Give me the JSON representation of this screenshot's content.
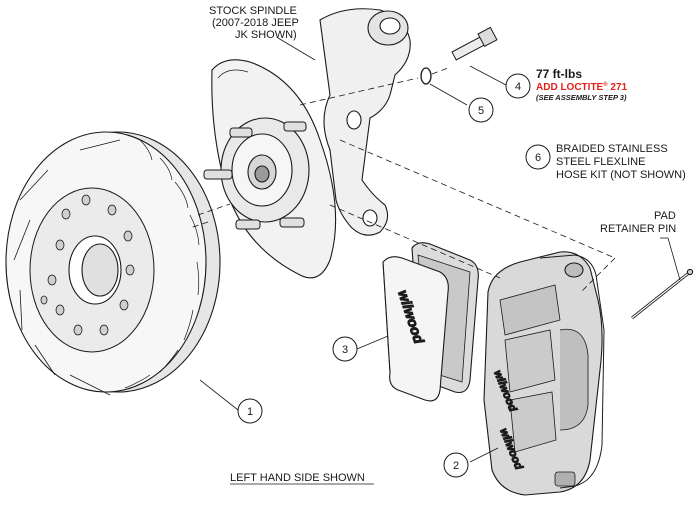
{
  "labels": {
    "spindle_line1": "STOCK SPINDLE",
    "spindle_line2": "(2007-2018 JEEP",
    "spindle_line3": "JK SHOWN)",
    "torque_value": "77 ft-lbs",
    "loctite_text": "ADD LOCTITE",
    "loctite_reg": "®",
    "loctite_num": " 271",
    "assembly_step": "(SEE ASSEMBLY STEP 3)",
    "hose_line1": "BRAIDED STAINLESS",
    "hose_line2": "STEEL FLEXLINE",
    "hose_line3": "HOSE KIT (NOT SHOWN)",
    "pin_line1": "PAD",
    "pin_line2": "RETAINER PIN",
    "footer": "LEFT HAND SIDE SHOWN"
  },
  "callouts": {
    "c1": "1",
    "c2": "2",
    "c3": "3",
    "c4": "4",
    "c5": "5",
    "c6": "6"
  },
  "brand": {
    "pad_logo": "wilwood",
    "caliper_logo_top": "wilwood",
    "caliper_logo_bottom": "wilwood"
  },
  "colors": {
    "line": "#1a1a1a",
    "part_fill": "#f4f4f4",
    "shade": "#d9d9d9",
    "dark": "#9a9a9a",
    "accent_red": "#e3231b"
  }
}
